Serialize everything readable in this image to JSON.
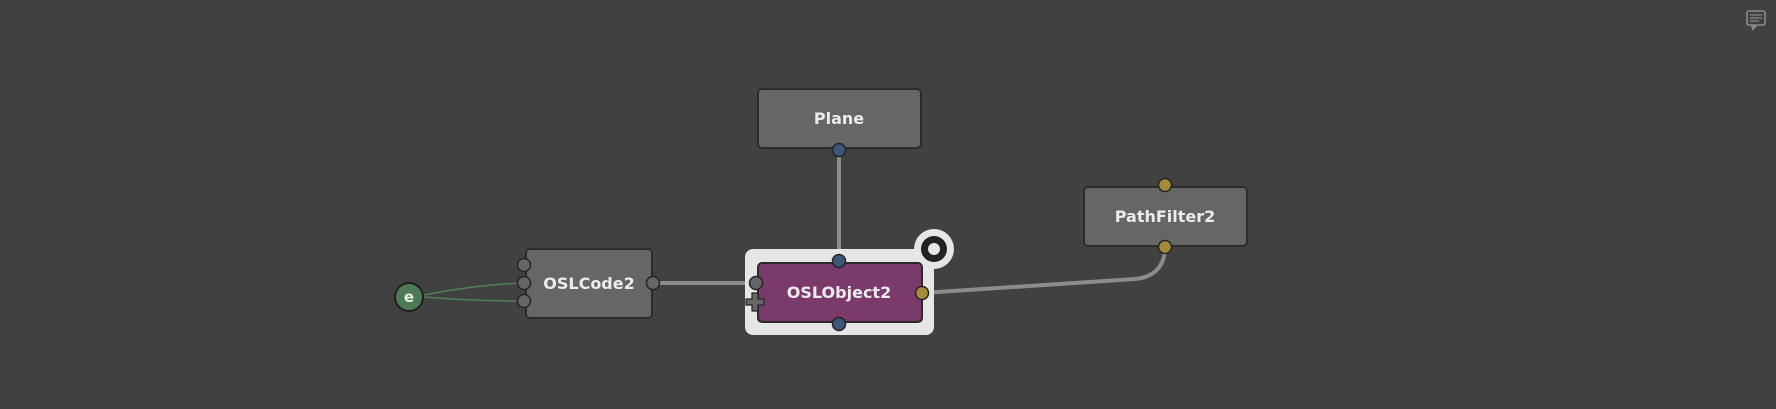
{
  "app": {
    "panel": "node-graph-editor"
  },
  "nodes": {
    "plane": {
      "label": "Plane"
    },
    "path_filter": {
      "label": "PathFilter2"
    },
    "osl_code": {
      "label": "OSLCode2"
    },
    "osl_object": {
      "label": "OSLObject2",
      "selected": true,
      "color": "#7b3a6c"
    },
    "expression_dot": {
      "label": "e",
      "color": "#4d7a55"
    }
  },
  "colors": {
    "background": "#414141",
    "node_fill": "#666666",
    "plug_scene": "#3e5678",
    "plug_filter": "#a68a3c",
    "plug_generic": "#666666",
    "connection": "#8c8c8c",
    "selection_highlight": "#e6e6e6"
  },
  "icons": {
    "corner": "annotation-icon",
    "view_indicator": "view-indicator-icon",
    "add_plug": "plus-icon"
  }
}
